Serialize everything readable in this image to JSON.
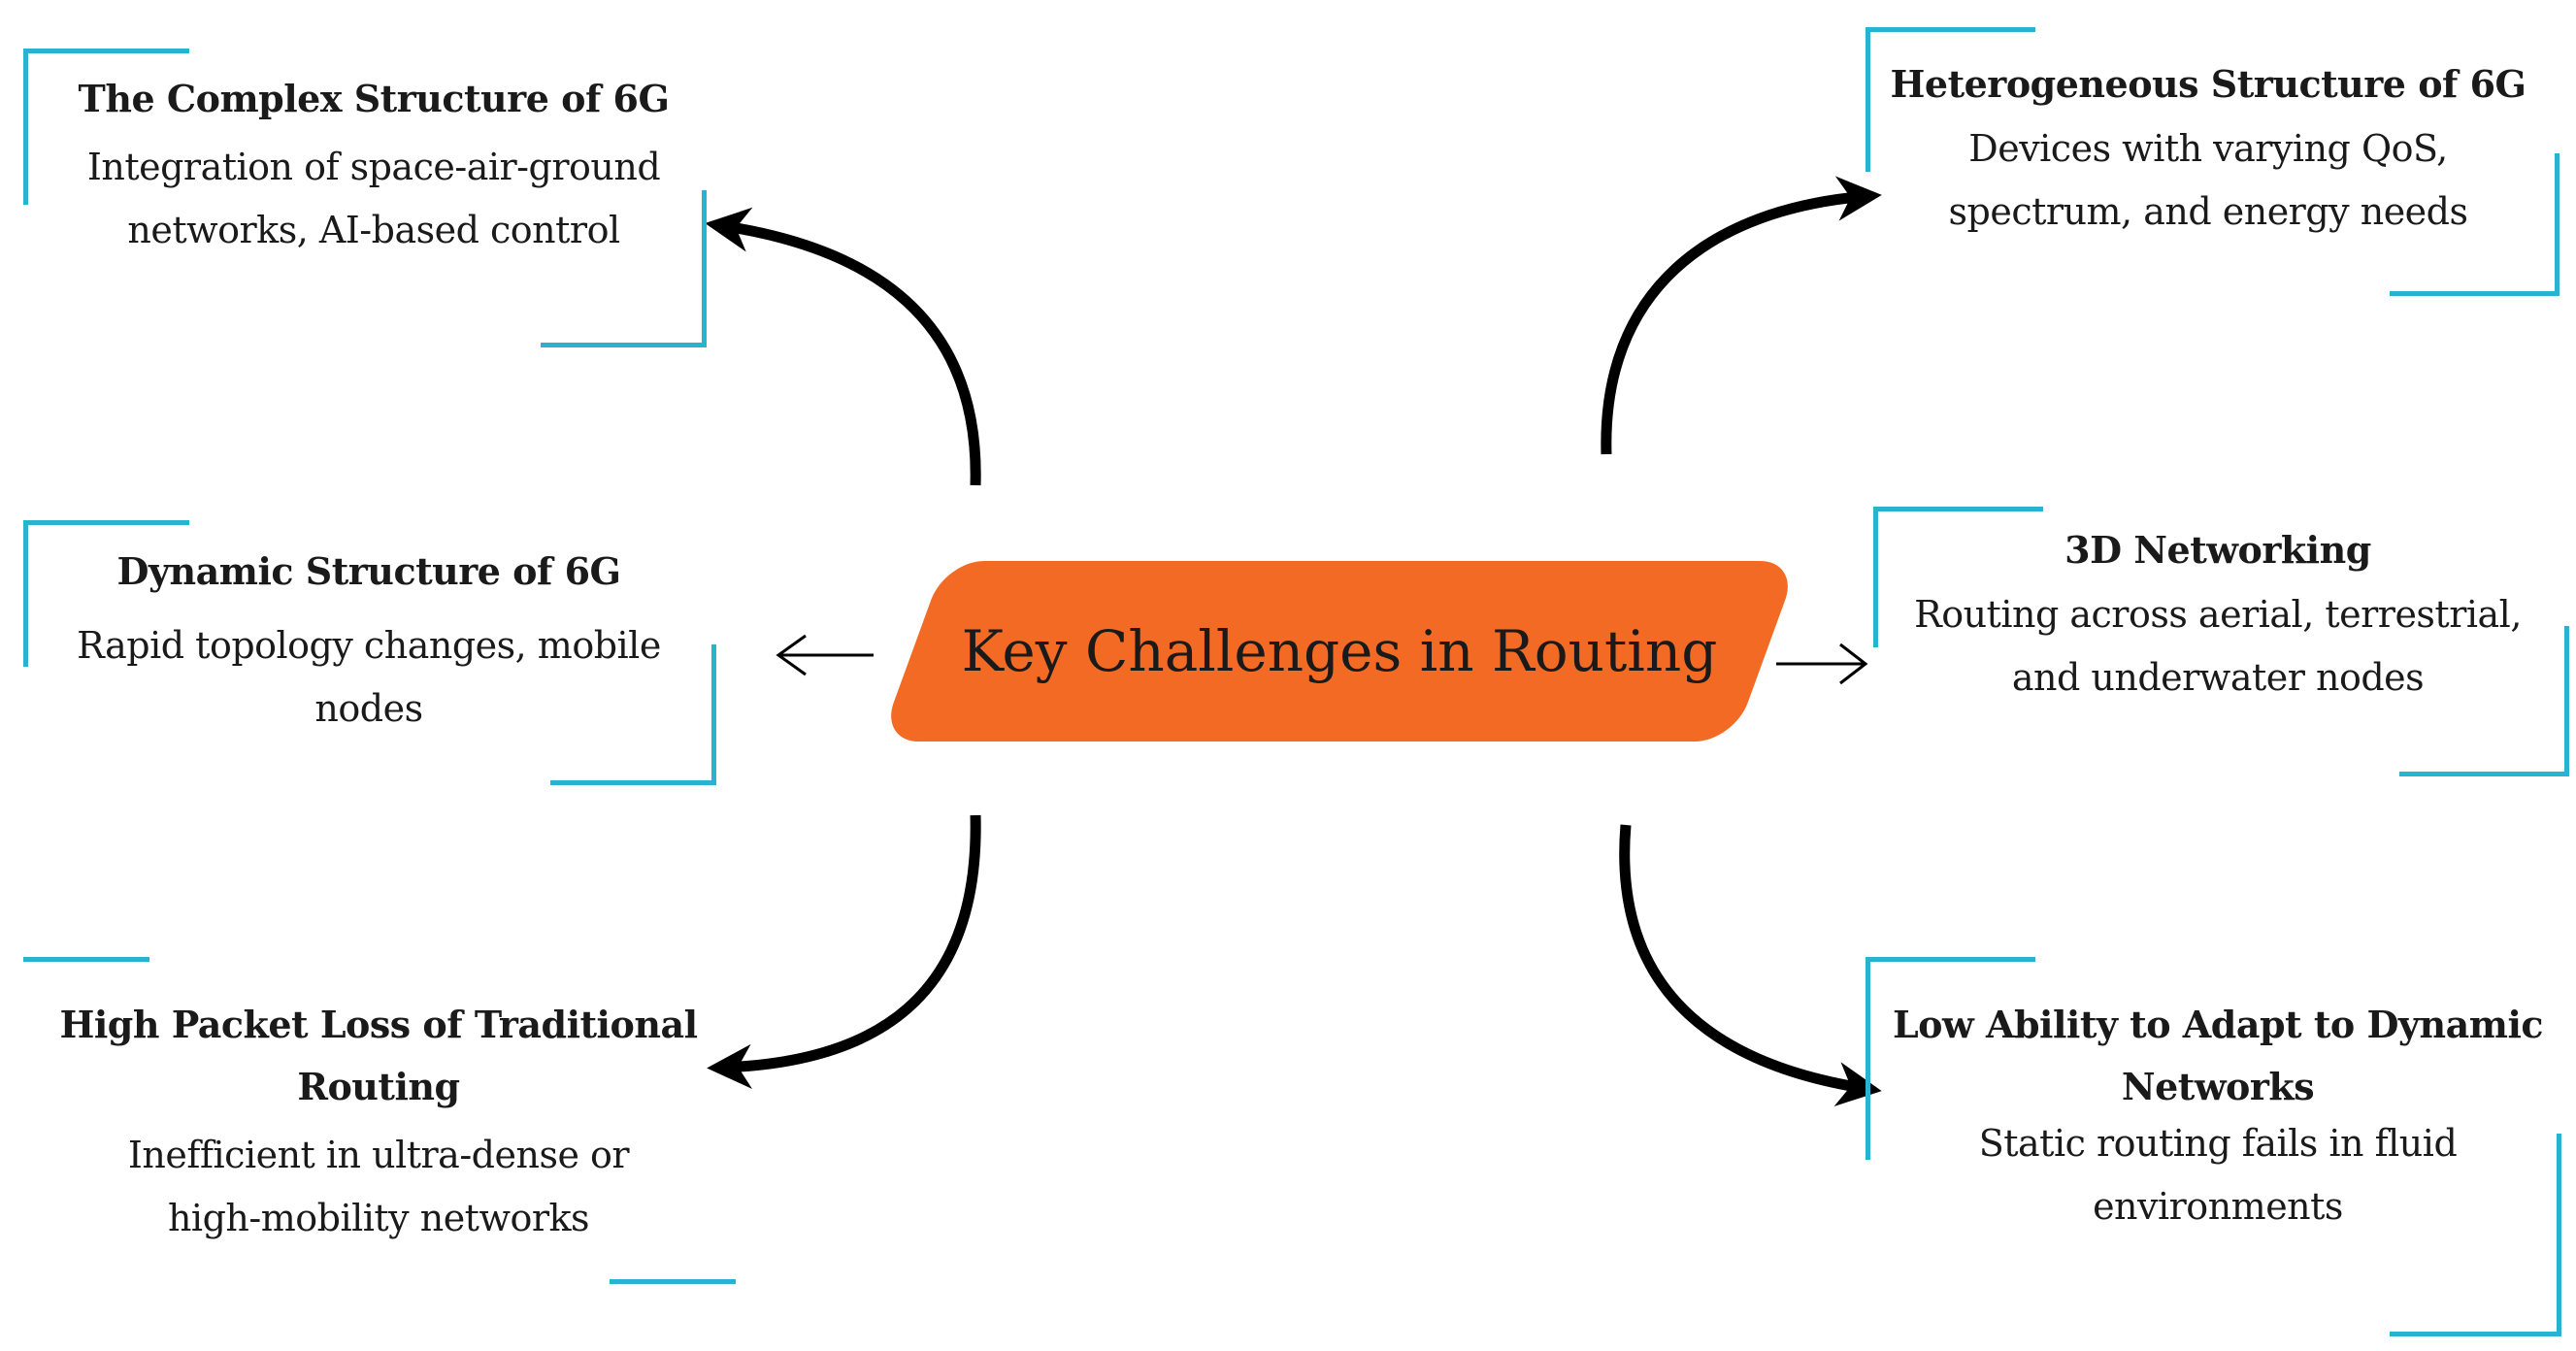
{
  "center": {
    "label": "Key Challenges in Routing",
    "color": "#f26a24"
  },
  "accent_color": "#29b3d1",
  "nodes": {
    "complex": {
      "title": "The Complex Structure of 6G",
      "desc_lines": [
        "Integration of space-air-ground",
        "networks, AI-based control"
      ]
    },
    "dynamic": {
      "title": "Dynamic Structure of 6G",
      "desc_lines": [
        "Rapid topology changes, mobile",
        "nodes"
      ]
    },
    "packet": {
      "title_lines": [
        "High Packet Loss of Traditional",
        "Routing"
      ],
      "desc_lines": [
        "Inefficient in ultra-dense or",
        "high-mobility networks"
      ]
    },
    "hetero": {
      "title": "Heterogeneous Structure of 6G",
      "desc_lines": [
        "Devices with varying QoS,",
        "spectrum, and energy needs"
      ]
    },
    "networking3d": {
      "title": "3D Networking",
      "desc_lines": [
        "Routing across aerial, terrestrial,",
        "and underwater nodes"
      ]
    },
    "adapt": {
      "title_lines": [
        "Low Ability to Adapt to Dynamic",
        "Networks"
      ],
      "desc_lines": [
        "Static routing fails in fluid",
        "environments"
      ]
    }
  }
}
